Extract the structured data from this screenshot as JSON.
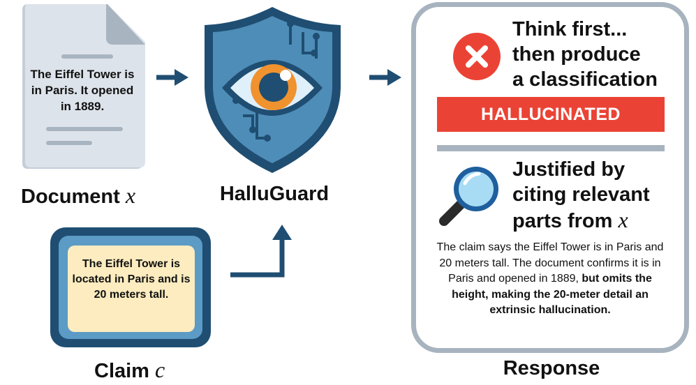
{
  "document": {
    "text": "The Eiffel Tower is in Paris. It opened in 1889.",
    "label": "Document",
    "label_var": "x"
  },
  "claim": {
    "text": "The Eiffel Tower is located in Paris and is 20 meters tall.",
    "label": "Claim",
    "label_var": "c"
  },
  "model": {
    "label": "HalluGuard",
    "icon": "shield-eye-icon"
  },
  "response": {
    "label": "Response",
    "think_line1": "Think first...",
    "think_line2": "then produce",
    "think_line3": "a classification",
    "classification": "HALLUCINATED",
    "justify_line1": "Justified by",
    "justify_line2": "citing relevant",
    "justify_line3": "parts from",
    "justify_var": "x",
    "explanation_plain": "The claim says the Eiffel Tower is in Paris and 20 meters tall. The document confirms it is in Paris and opened in 1889,",
    "explanation_bold": "but omits the height, making the 20-meter detail an extrinsic hallucination."
  },
  "colors": {
    "dark_blue": "#1f4e72",
    "mid_blue": "#5b9bc5",
    "claim_fill": "#fcecbf",
    "alert_red": "#ea4335",
    "panel_border": "#a7b3be",
    "eye_orange": "#f0922e"
  }
}
